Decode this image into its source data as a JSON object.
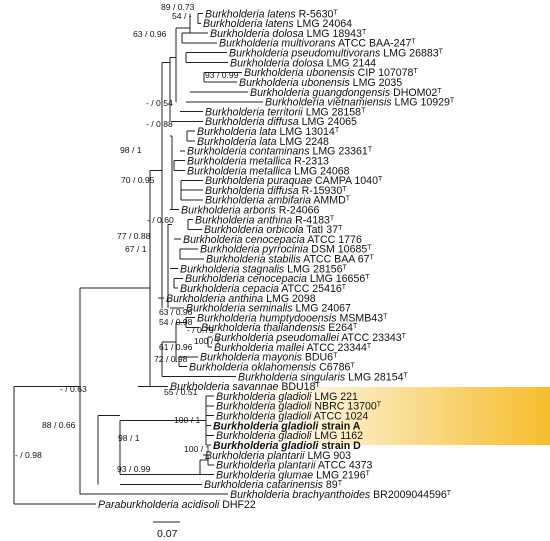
{
  "highlight_color": "#f6bd2c",
  "scale_bar": {
    "label": "0.07",
    "value": 0.07
  },
  "leaves": [
    {
      "genus": "Burkholderia",
      "name": "latens R-5630",
      "type_strain": true
    },
    {
      "genus": "Burkholderia",
      "name": "latens LMG 24064",
      "type_strain": false
    },
    {
      "genus": "Burkholderia",
      "name": "dolosa LMG 18943",
      "type_strain": true
    },
    {
      "genus": "Burkholderia",
      "name": "multivorans ATCC BAA-247",
      "type_strain": true
    },
    {
      "genus": "Burkholderia",
      "name": "pseudomultivorans LMG 26883",
      "type_strain": true
    },
    {
      "genus": "Burkholderia",
      "name": "dolosa LMG 2144",
      "type_strain": false
    },
    {
      "genus": "Burkholderia",
      "name": "ubonensis CIP 107078",
      "type_strain": true
    },
    {
      "genus": "Burkholderia",
      "name": "ubonensis LMG 2035",
      "type_strain": false
    },
    {
      "genus": "Burkholderia",
      "name": "guangdongensis DHOM02",
      "type_strain": true
    },
    {
      "genus": "Burkholderia",
      "name": "vietnamiensis LMG 10929",
      "type_strain": true
    },
    {
      "genus": "Burkholderia",
      "name": "territorii LMG 28158",
      "type_strain": true
    },
    {
      "genus": "Burkholderia",
      "name": "diffusa LMG 24065",
      "type_strain": false
    },
    {
      "genus": "Burkholderia",
      "name": "lata LMG 13014",
      "type_strain": true
    },
    {
      "genus": "Burkholderia",
      "name": "lata LMG 2248",
      "type_strain": false
    },
    {
      "genus": "Burkholderia",
      "name": "contaminans LMG 23361",
      "type_strain": true
    },
    {
      "genus": "Burkholderia",
      "name": "metallica R-2313",
      "type_strain": false
    },
    {
      "genus": "Burkholderia",
      "name": "metallica LMG 24068",
      "type_strain": false
    },
    {
      "genus": "Burkholderia",
      "name": "puraquae CAMPA 1040",
      "type_strain": true
    },
    {
      "genus": "Burkholderia",
      "name": "diffusa R-15930",
      "type_strain": true
    },
    {
      "genus": "Burkholderia",
      "name": "ambifaria AMMD",
      "type_strain": true
    },
    {
      "genus": "Burkholderia",
      "name": "arboris R-24066",
      "type_strain": false
    },
    {
      "genus": "Burkholderia",
      "name": "anthina R-4183",
      "type_strain": true
    },
    {
      "genus": "Burkholderia",
      "name": "orbicola TatI 37",
      "type_strain": true
    },
    {
      "genus": "Burkholderia",
      "name": "cenocepacia ATCC 1776",
      "type_strain": false
    },
    {
      "genus": "Burkholderia",
      "name": "pyrrocinia DSM 10685",
      "type_strain": true
    },
    {
      "genus": "Burkholderia",
      "name": "stabilis ATCC BAA 67",
      "type_strain": true
    },
    {
      "genus": "Burkholderia",
      "name": "stagnalis LMG 28156",
      "type_strain": true
    },
    {
      "genus": "Burkholderia",
      "name": "cenocepacia LMG 16656",
      "type_strain": true
    },
    {
      "genus": "Burkholderia",
      "name": "cepacia ATCC 25416",
      "type_strain": true
    },
    {
      "genus": "Burkholderia",
      "name": "anthina LMG  2098",
      "type_strain": false
    },
    {
      "genus": "Burkholderia",
      "name": "seminalis LMG 24067",
      "type_strain": false
    },
    {
      "genus": "Burkholderia",
      "name": "humptydooensis MSMB43",
      "type_strain": true
    },
    {
      "genus": "Burkholderia",
      "name": "thailandensis E264",
      "type_strain": true
    },
    {
      "genus": "Burkholderia",
      "name": "pseudomallei ATCC 23343",
      "type_strain": true
    },
    {
      "genus": "Burkholderia",
      "name": "mallei ATCC 23344",
      "type_strain": true
    },
    {
      "genus": "Burkholderia",
      "name": "mayonis BDU6",
      "type_strain": true
    },
    {
      "genus": "Burkholderia",
      "name": "oklahomensis C6786",
      "type_strain": true
    },
    {
      "genus": "Burkholderia",
      "name": "singularis LMG 28154",
      "type_strain": true
    },
    {
      "genus": "Burkholderia",
      "name": "savannae BDU18",
      "type_strain": true
    },
    {
      "genus": "Burkholderia",
      "name": "gladioli LMG 221",
      "type_strain": false
    },
    {
      "genus": "Burkholderia",
      "name": "gladioli NBRC 13700",
      "type_strain": true
    },
    {
      "genus": "Burkholderia",
      "name": "gladioli ATCC 1024",
      "type_strain": false
    },
    {
      "genus": "Burkholderia",
      "name": "gladioli strain A",
      "type_strain": false,
      "bold": true
    },
    {
      "genus": "Burkholderia",
      "name": "gladioli LMG 1162",
      "type_strain": false
    },
    {
      "genus": "Burkholderia",
      "name": "gladioli strain D",
      "type_strain": false,
      "bold": true
    },
    {
      "genus": "Burkholderia",
      "name": "plantarii LMG 903",
      "type_strain": false
    },
    {
      "genus": "Burkholderia",
      "name": "plantarii ATCC 4373",
      "type_strain": false
    },
    {
      "genus": "Burkholderia",
      "name": "glumae LMG 2196",
      "type_strain": true
    },
    {
      "genus": "Burkholderia",
      "name": "catarinensis 89",
      "type_strain": true
    },
    {
      "genus": "Burkholderia",
      "name": "brachyanthoides BR2009044596",
      "type_strain": true
    },
    {
      "genus": "Paraburkholderia",
      "name": "acidisoli DHF22",
      "type_strain": false
    }
  ],
  "support_values": [
    "89 / 0.73",
    "54 / -",
    "63 / 0.96",
    "93 / 0.99",
    "- / 0.54",
    "- / 0.88",
    "98 / 1",
    "70 / 0.95",
    "- / 0.60",
    "77 / 0.88",
    "67 / 1",
    "63 / 0.96",
    "54 / 0.98",
    "- / 0.79",
    "100 / 1",
    "61 / 0.96",
    "72 / 0.98",
    "- / 0.63",
    "55 / 0.51",
    "100 / 1",
    "98 / 1",
    "88 / 0.66",
    "100 / 1",
    "93 / 0.99",
    "- / 0.98"
  ]
}
